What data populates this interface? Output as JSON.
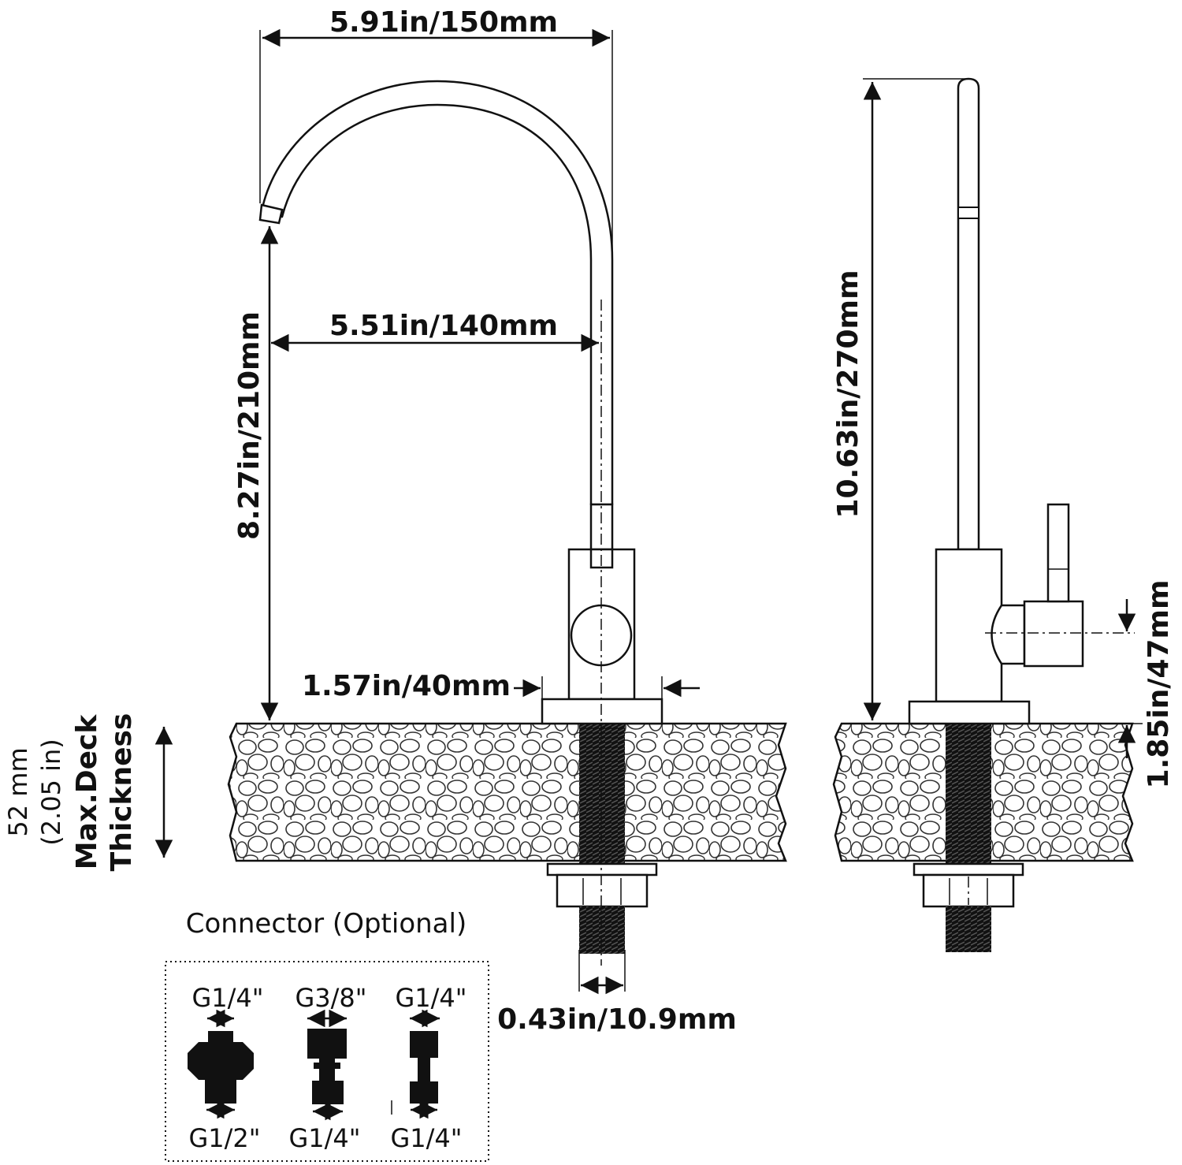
{
  "front_view": {
    "spout_reach_total": "5.91in/150mm",
    "spout_reach_center": "5.51in/140mm",
    "spout_height": "8.27in/210mm",
    "base_diameter": "1.57in/40mm",
    "shank_diameter": "0.43in/10.9mm"
  },
  "deck": {
    "thickness_mm": "52 mm",
    "thickness_in": "(2.05 in)",
    "label_line1": "Max.Deck",
    "label_line2": "Thickness"
  },
  "side_view": {
    "total_height": "10.63in/270mm",
    "handle_height": "1.85in/47mm"
  },
  "connector": {
    "title": "Connector (Optional)",
    "items": [
      {
        "top": "G1/4\"",
        "bottom": "G1/2\""
      },
      {
        "top": "G3/8\"",
        "bottom": "G1/4\""
      },
      {
        "top": "G1/4\"",
        "bottom": "G1/4\""
      }
    ]
  }
}
